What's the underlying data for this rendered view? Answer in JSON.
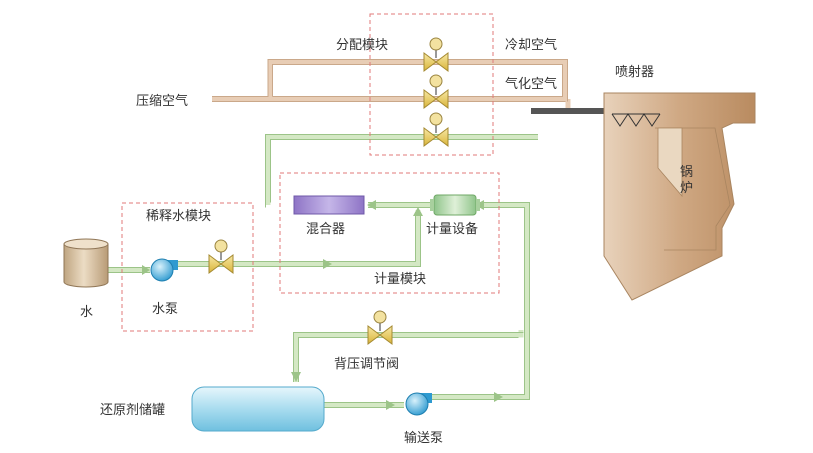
{
  "labels": {
    "compressed_air": "压缩空气",
    "distribution_module": "分配模块",
    "cooling_air": "冷却空气",
    "atomizing_air": "气化空气",
    "injector": "喷射器",
    "boiler": "锅炉",
    "dilution_module": "稀释水模块",
    "mixer": "混合器",
    "metering_device": "计量设备",
    "metering_module": "计量模块",
    "water": "水",
    "water_pump": "水泵",
    "back_pressure_valve": "背压调节阀",
    "reductant_tank": "还原剂储罐",
    "transfer_pump": "输送泵"
  },
  "colors": {
    "air_pipe": "#e8cdb5",
    "water_pipe": "#cfe4bf",
    "module_border": "#e07a7a",
    "tank": "#9ed4e8",
    "boiler": "#c8a07a",
    "mixer": "#a48fd0",
    "pump": "#3fa7d6",
    "valve": "#e8c94a"
  }
}
